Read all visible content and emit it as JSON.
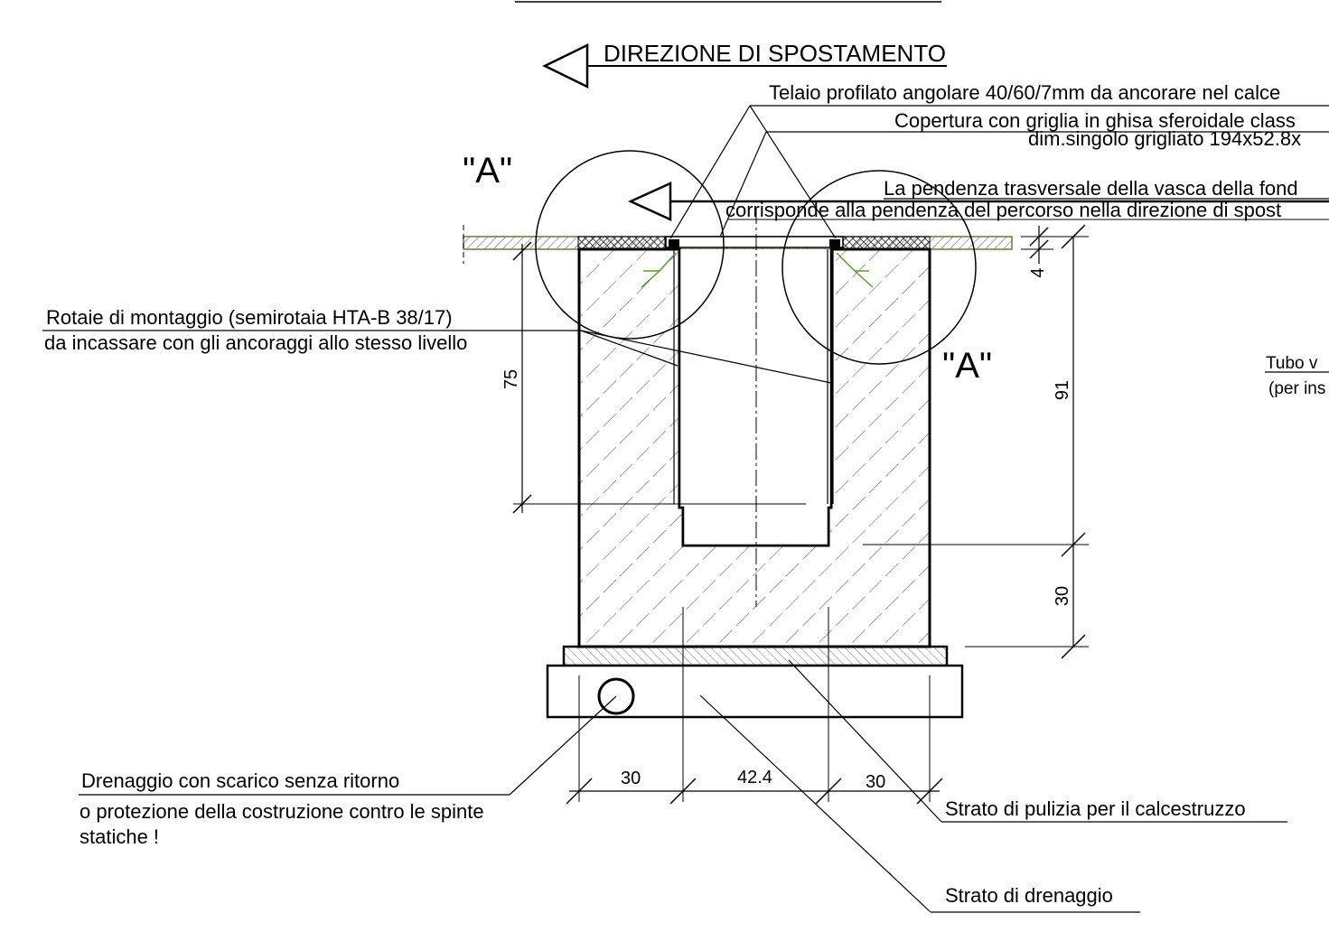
{
  "title": "DIREZIONE DI SPOSTAMENTO",
  "detail_markers": [
    "\"A\"",
    "\"A\""
  ],
  "callouts": {
    "telaio": "Telaio profilato angolare 40/60/7mm da ancorare nel calce",
    "copertura": "Copertura con griglia in ghisa sferoidale class",
    "grigliato": "dim.singolo grigliato 194x52.8x",
    "pendenza_1": "La pendenza trasversale della vasca della fond",
    "pendenza_2": "corrisponde alla pendenza del percorso nella direzione di spost",
    "rotaie_1": "Rotaie di montaggio (semirotaia  HTA-B 38/17)",
    "rotaie_2": "da incassare con gli ancoraggi allo stesso livello",
    "tubo_1": "Tubo v",
    "tubo_2": "(per ins",
    "drenaggio_1": "Drenaggio con scarico senza ritorno",
    "drenaggio_2": "o protezione della costruzione contro le spinte",
    "drenaggio_3": "statiche !",
    "strato_pulizia": "Strato di pulizia per il calcestruzzo",
    "strato_drenaggio": "Strato di drenaggio"
  },
  "dimensions": {
    "d4": "4",
    "d75": "75",
    "d91": "91",
    "d30_right": "30",
    "d30_left": "30",
    "d42": "42.4",
    "d30_bottom": "30"
  }
}
